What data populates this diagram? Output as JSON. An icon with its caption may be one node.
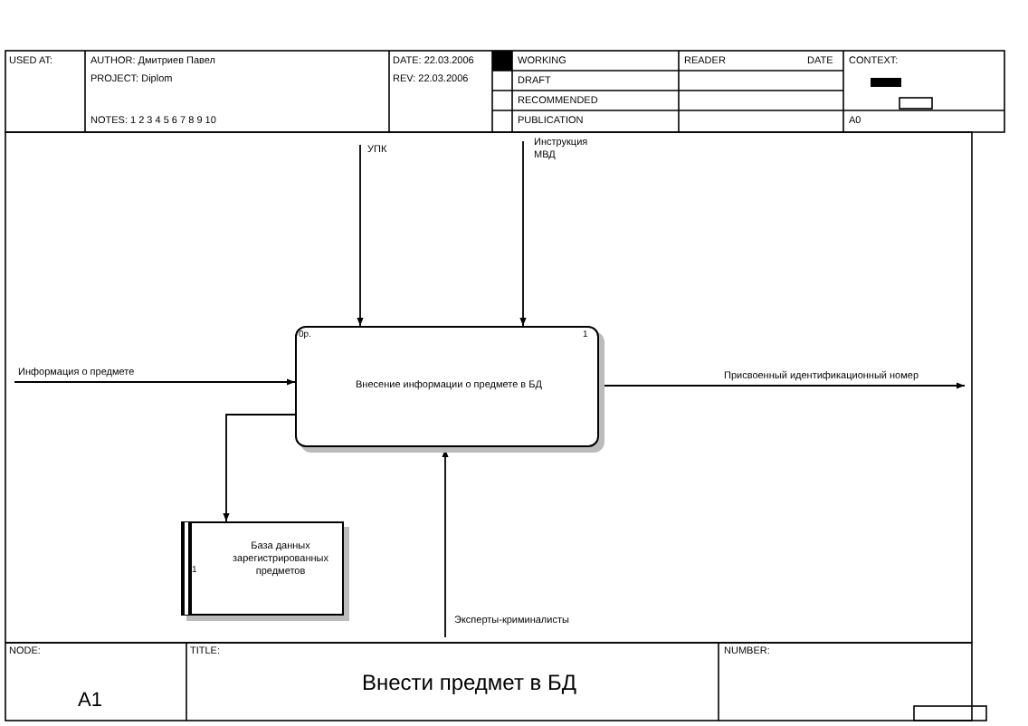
{
  "diagram": {
    "title": "Внести предмет в БД",
    "nodes": [
      {
        "text": [
          "0р.",
          "1",
          "Внесение информации о предмете в БД"
        ]
      },
      {
        "text": [
          "1",
          "База данных зарегистрированных предметов"
        ]
      }
    ],
    "edges": [
      {
        "from": null,
        "to": 0,
        "arrow": "to",
        "label": "УПК"
      },
      {
        "from": null,
        "to": 0,
        "arrow": "to",
        "label": "Инструкция МВД"
      },
      {
        "from": null,
        "to": 0,
        "arrow": "to",
        "label": "Информация о предмете"
      },
      {
        "from": 0,
        "to": null,
        "arrow": "to",
        "label": "Присвоенный идентификационный номер"
      },
      {
        "from": 0,
        "to": 1,
        "arrow": "to"
      },
      {
        "from": null,
        "to": 0,
        "arrow": "to",
        "label": "Эксперты-криминалисты"
      }
    ],
    "labels": [
      "USED AT:",
      "AUTHOR: Дмитриев Павел",
      "DATE: 22.03.2006",
      "WORKING",
      "READER",
      "DATE",
      "CONTEXT:",
      "PROJECT: Diplom",
      "REV: 22.03.2006",
      "DRAFT",
      "RECOMMENDED",
      "NOTES: 1 2 3 4 5 6 7 8 9 10",
      "PUBLICATION",
      "A0",
      "NODE:",
      "A1",
      "TITLE:",
      "NUMBER:"
    ]
  }
}
